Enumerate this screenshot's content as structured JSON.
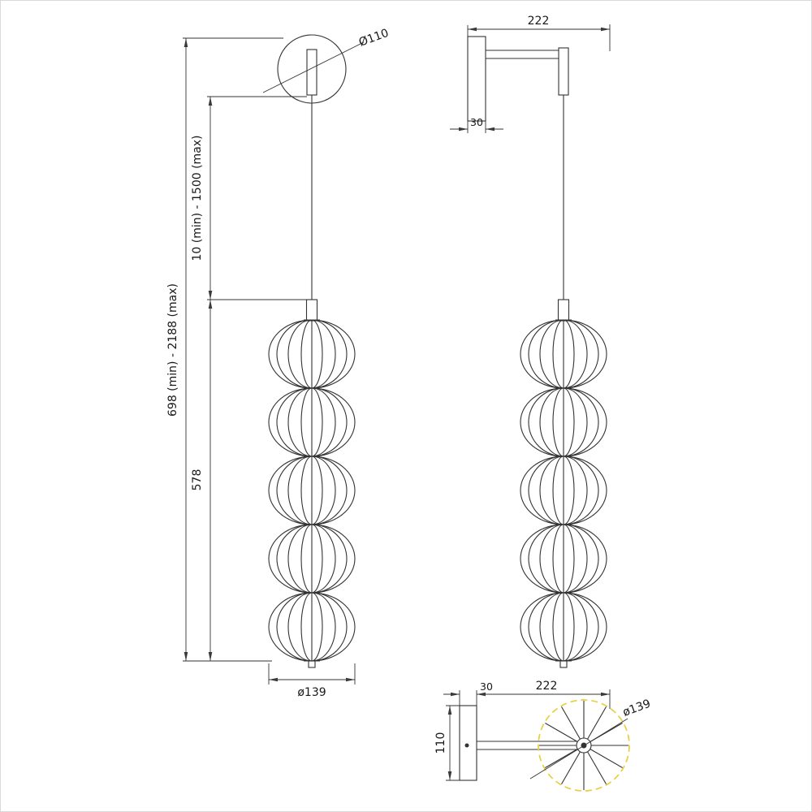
{
  "drawing": {
    "front_view": {
      "canopy_diameter": "Ø110",
      "overall_height": "698 (min) - 2188 (max)",
      "cord_length": "10 (min) - 1500 (max)",
      "body_height": "578",
      "body_diameter": "ø139"
    },
    "side_view": {
      "projection_width": "222",
      "plate_thickness": "30"
    },
    "top_view": {
      "plate_thickness": "30",
      "projection_width": "222",
      "plate_height": "110",
      "body_diameter": "ø139"
    },
    "colors": {
      "line": "#333333",
      "accent_yellow": "#e8cf3f",
      "background": "#ffffff"
    }
  }
}
